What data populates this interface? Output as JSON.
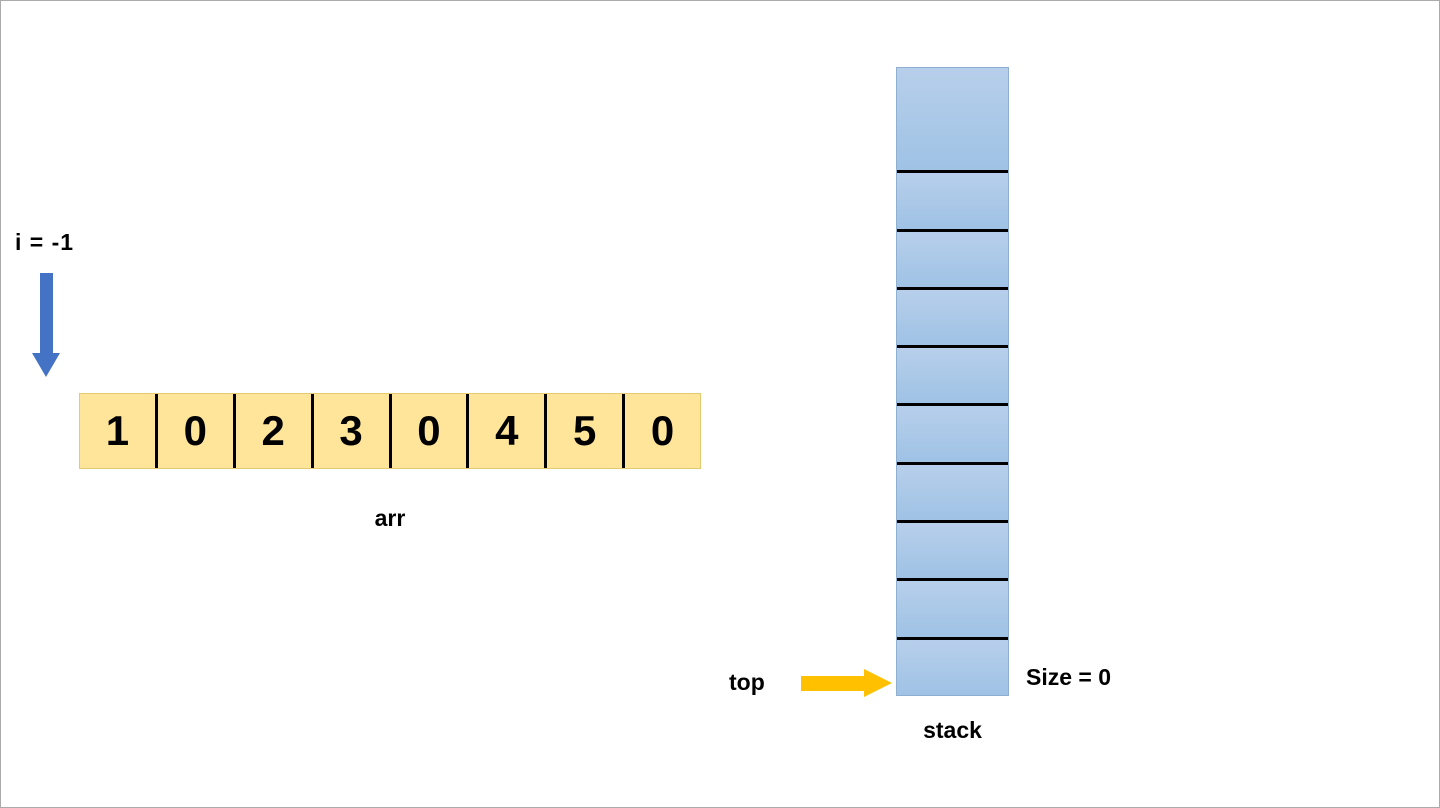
{
  "array_section": {
    "pointer_label": "i = -1",
    "label": "arr",
    "cells": [
      "1",
      "0",
      "2",
      "3",
      "0",
      "4",
      "5",
      "0"
    ]
  },
  "stack_section": {
    "label": "stack",
    "top_label": "top",
    "size_label": "Size = 0",
    "cell_count": 10
  },
  "colors": {
    "array_fill": "#FFE599",
    "array_divider": "#000000",
    "stack_fill": "#9FC2E5",
    "stack_divider": "#000000",
    "down_arrow": "#4472C4",
    "right_arrow": "#FFC000",
    "text": "#000000"
  }
}
